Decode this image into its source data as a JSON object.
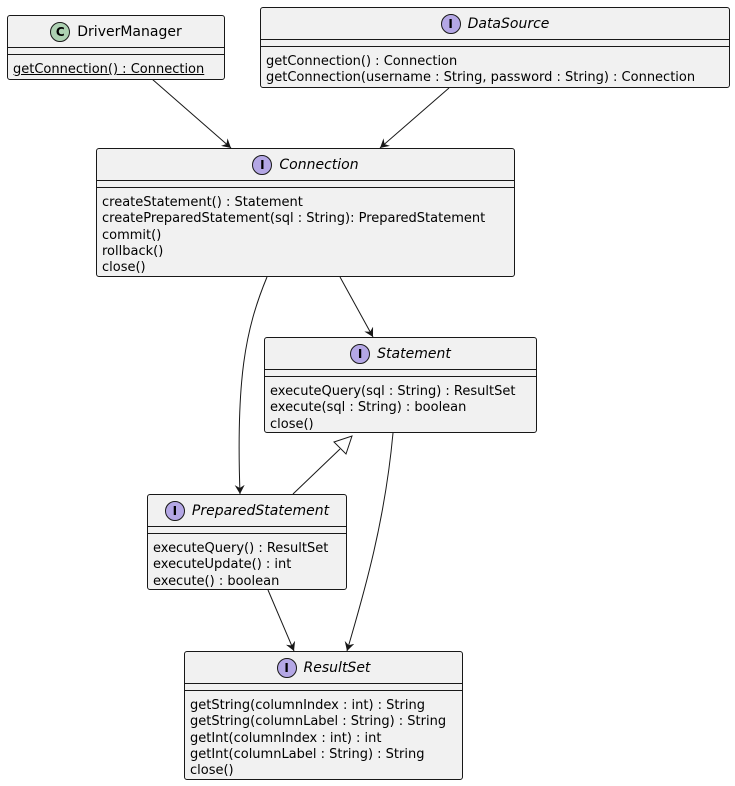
{
  "classes": {
    "driver_manager": {
      "kind": "C",
      "name": "DriverManager",
      "methods": [
        "getConnection() : Connection"
      ]
    },
    "data_source": {
      "kind": "I",
      "name": "DataSource",
      "methods": [
        "getConnection() : Connection",
        "getConnection(username : String, password : String) : Connection"
      ]
    },
    "connection": {
      "kind": "I",
      "name": "Connection",
      "methods": [
        "createStatement() : Statement",
        "createPreparedStatement(sql : String): PreparedStatement",
        "commit()",
        "rollback()",
        "close()"
      ]
    },
    "statement": {
      "kind": "I",
      "name": "Statement",
      "methods": [
        "executeQuery(sql : String) : ResultSet",
        "execute(sql : String) : boolean",
        "close()"
      ]
    },
    "prepared_statement": {
      "kind": "I",
      "name": "PreparedStatement",
      "methods": [
        "executeQuery() : ResultSet",
        "executeUpdate() : int",
        "execute() : boolean"
      ]
    },
    "result_set": {
      "kind": "I",
      "name": "ResultSet",
      "methods": [
        "getString(columnIndex : int) : String",
        "getString(columnLabel : String) : String",
        "getInt(columnIndex : int) : int",
        "getInt(columnLabel : String) : String",
        "close()"
      ]
    }
  }
}
